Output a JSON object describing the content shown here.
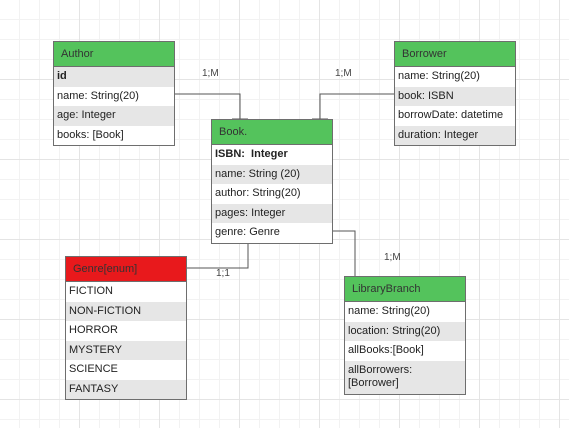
{
  "colors": {
    "entity_header": "#54c35c",
    "enum_header": "#e8191c",
    "border": "#6e6e6e",
    "row_shade": "#e6e6e6"
  },
  "entities": {
    "author": {
      "title": "Author",
      "fields": [
        "id",
        "name: String(20)",
        "age: Integer",
        "books: [Book]"
      ]
    },
    "borrower": {
      "title": "Borrower",
      "fields": [
        "name: String(20)",
        "book: ISBN",
        "borrowDate: datetime",
        "duration: Integer"
      ]
    },
    "book": {
      "title": "Book.",
      "fields": [
        "ISBN:  Integer",
        "name: String (20)",
        "author: String(20)",
        "pages: Integer",
        "genre: Genre"
      ]
    },
    "genre": {
      "title": "Genre[enum]",
      "fields": [
        "FICTION",
        "NON-FICTION",
        "HORROR",
        "MYSTERY",
        "SCIENCE",
        "FANTASY"
      ]
    },
    "library_branch": {
      "title": "LibraryBranch",
      "fields": [
        "name: String(20)",
        "location: String(20)",
        "allBooks:[Book]",
        "allBorrowers: [Borrower]"
      ]
    }
  },
  "relationships": [
    {
      "label": "1;M"
    },
    {
      "label": "1;M"
    },
    {
      "label": "1;1"
    },
    {
      "label": "1;M"
    }
  ]
}
